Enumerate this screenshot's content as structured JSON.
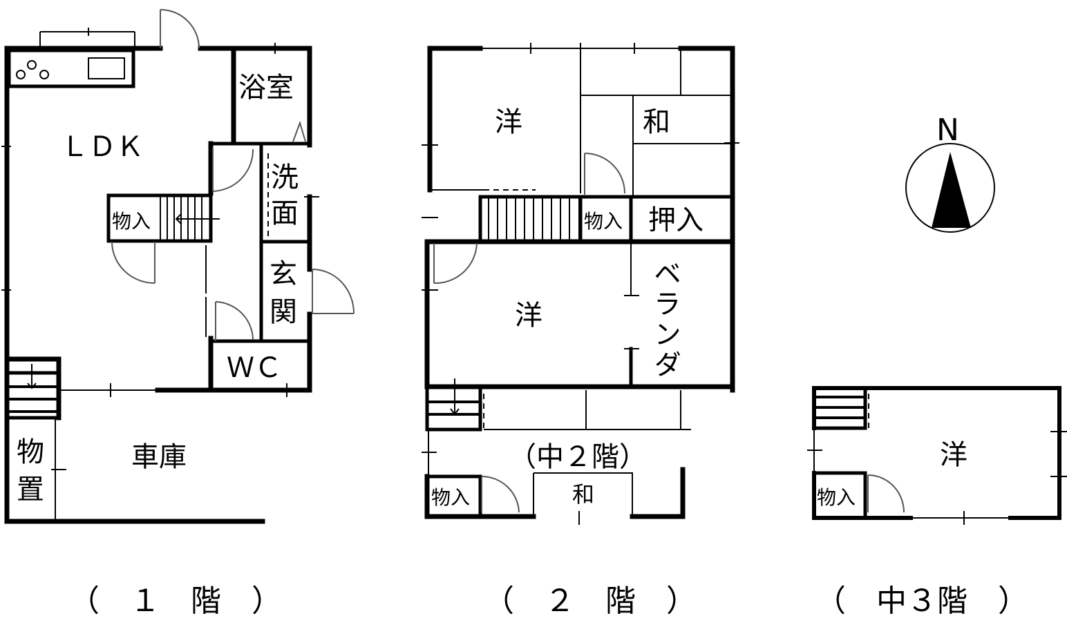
{
  "floor1": {
    "ldk": "ＬＤＫ",
    "bath": "浴室",
    "wash_1": "洗",
    "wash_2": "面",
    "storage": "物入",
    "entrance_1": "玄",
    "entrance_2": "関",
    "wc": "ＷＣ",
    "shed_1": "物",
    "shed_2": "置",
    "garage": "車庫",
    "caption": "（　１　階　）"
  },
  "floor2": {
    "western_top": "洋",
    "japanese_top": "和",
    "storage": "物入",
    "closet": "押入",
    "western_mid": "洋",
    "veranda": "ベランダ",
    "mezzanine_label": "（中２階）",
    "storage_low": "物入",
    "japanese_low": "和",
    "caption": "（　２　階　）"
  },
  "floor3": {
    "compass": "N",
    "western": "洋",
    "storage": "物入",
    "caption": "（　中３階　）"
  }
}
